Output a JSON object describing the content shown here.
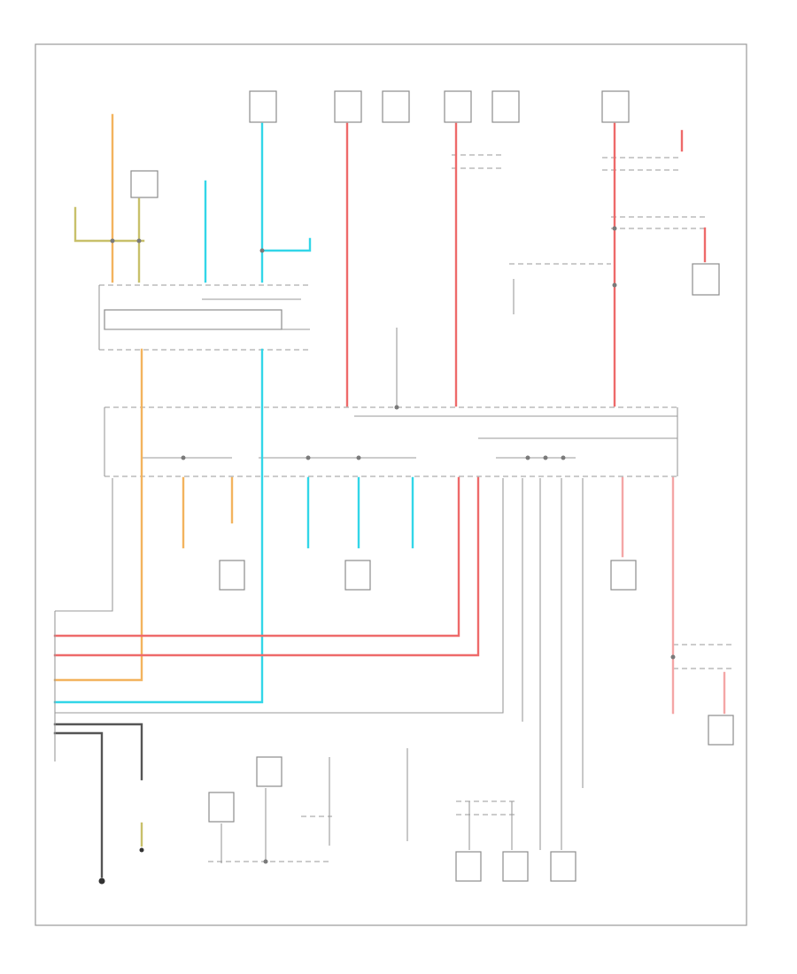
{
  "colors": {
    "orange": "#f3b35e",
    "cyan": "#32d6e8",
    "red": "#ee6a6a",
    "pink": "#f4a6a6",
    "olive": "#c8c06a",
    "gray_wire": "#9a9a9a",
    "black_wire": "#555555",
    "frame": "#9a9a9a"
  },
  "footer_code": "",
  "components": [
    {
      "id": "c1",
      "label": ""
    },
    {
      "id": "c2",
      "label": ""
    },
    {
      "id": "c3",
      "label": ""
    },
    {
      "id": "c4",
      "label": ""
    },
    {
      "id": "c5",
      "label": ""
    },
    {
      "id": "c6",
      "label": ""
    },
    {
      "id": "c7",
      "label": ""
    },
    {
      "id": "c8",
      "label": ""
    },
    {
      "id": "c9",
      "label": ""
    },
    {
      "id": "c10",
      "label": ""
    },
    {
      "id": "c11",
      "label": ""
    },
    {
      "id": "c12",
      "label": ""
    },
    {
      "id": "c13",
      "label": ""
    },
    {
      "id": "c14",
      "label": ""
    },
    {
      "id": "c15",
      "label": ""
    },
    {
      "id": "c16",
      "label": ""
    },
    {
      "id": "c17",
      "label": ""
    },
    {
      "id": "c18",
      "label": ""
    },
    {
      "id": "c19",
      "label": ""
    },
    {
      "id": "c20",
      "label": ""
    },
    {
      "id": "c21",
      "label": ""
    }
  ]
}
